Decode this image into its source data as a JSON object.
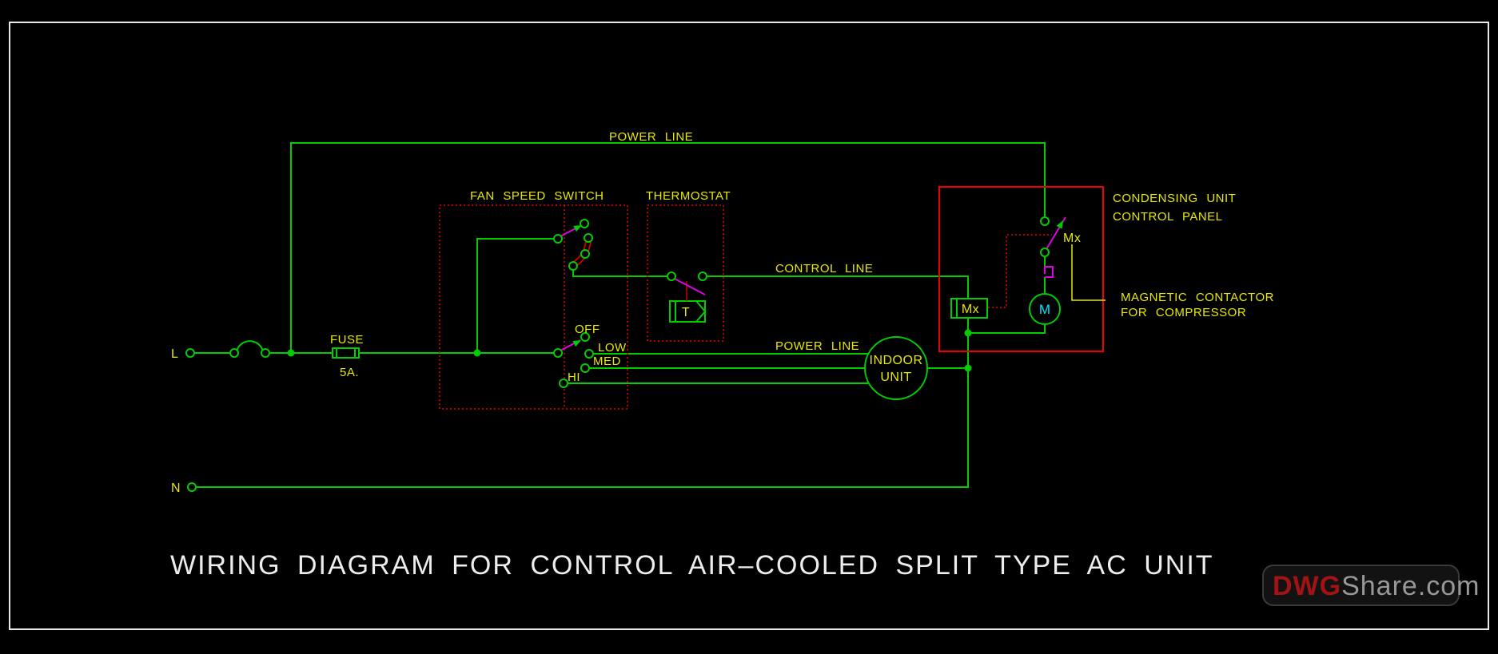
{
  "title": {
    "text": "WIRING DIAGRAM FOR CONTROL AIR–COOLED SPLIT TYPE AC UNIT"
  },
  "watermark": {
    "dwg": "DWG",
    "rest": "Share.com"
  },
  "terminals": {
    "line": "L",
    "neutral": "N"
  },
  "fuse": {
    "label": "FUSE",
    "rating": "5A."
  },
  "lines": {
    "power_top": "POWER LINE",
    "power_mid": "POWER LINE",
    "control": "CONTROL LINE"
  },
  "fan_switch": {
    "title": "FAN SPEED SWITCH",
    "positions": {
      "off": "OFF",
      "low": "LOW",
      "med": "MED",
      "hi": "HI"
    }
  },
  "thermostat": {
    "title": "THERMOSTAT",
    "device": "T"
  },
  "indoor_unit": {
    "line1": "INDOOR",
    "line2": "UNIT"
  },
  "panel": {
    "title_line1": "CONDENSING UNIT",
    "title_line2": "CONTROL PANEL",
    "contact_label": "Mx",
    "coil_label": "Mx",
    "motor_label": "M",
    "note_line1": "MAGNETIC CONTACTOR",
    "note_line2": "FOR COMPRESSOR"
  },
  "colors": {
    "wire_green": "#00cc00",
    "label_yellow": "#e8e800",
    "box_red": "#ee0000",
    "switch_arm_magenta": "#e100e1",
    "motor_cyan": "#00e5ff",
    "title_white": "#ededed",
    "logo_red": "#a21315",
    "logo_gray": "#989898",
    "frame_white": "#e8e8e8"
  }
}
